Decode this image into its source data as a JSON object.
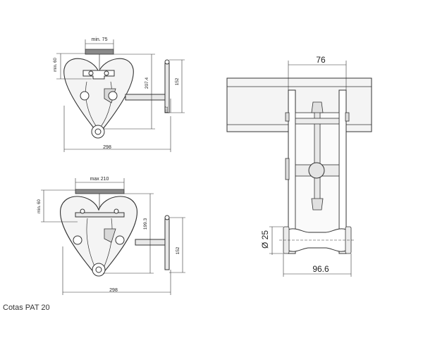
{
  "caption": "Cotas PAT 20",
  "top_left_view": {
    "flange_width": "min. 75",
    "flange_height": "min. 60",
    "height": "207.4",
    "handle_length": "152",
    "handle_offset": "112",
    "overall_width": "298"
  },
  "bottom_left_view": {
    "flange_width": "max 210",
    "flange_height": "min. 60",
    "height": "199.3",
    "handle_length": "152",
    "overall_width": "298"
  },
  "right_view": {
    "top_width": "76",
    "pin_diameter": "Ø 25",
    "bottom_width": "96.6"
  }
}
